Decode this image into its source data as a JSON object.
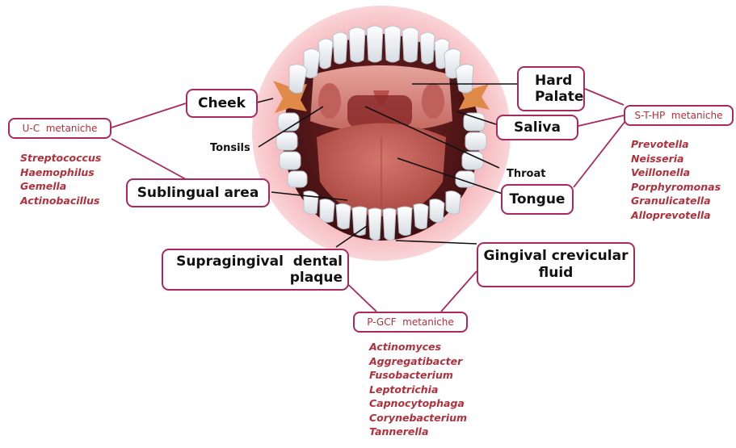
{
  "structures": {
    "cheek": "Cheek",
    "hard_palate": "Hard\nPalate",
    "saliva": "Saliva",
    "tonsils": "Tonsils",
    "throat": "Throat",
    "sublingual": "Sublingual area",
    "tongue": "Tongue",
    "supragingival": "Supragingival  dental\nplaque",
    "gingival": "Gingival crevicular\nfluid"
  },
  "metaniches": {
    "uc": "U-C  metaniche",
    "sthp": "S-T-HP  metaniche",
    "pgcf": "P-GCF  metaniche"
  },
  "species": {
    "uc": [
      "Streptococcus",
      "Haemophilus",
      "Gemella",
      "Actinobacillus"
    ],
    "sthp": [
      "Prevotella",
      "Neisseria",
      "Veillonella",
      "Porphyromonas",
      "Granulicatella",
      "Alloprevotella"
    ],
    "pgcf": [
      "Actinomyces",
      "Aggregatibacter",
      "Fusobacterium",
      "Leptotrichia",
      "Capnocytophaga",
      "Corynebacterium",
      "Tannerella"
    ]
  },
  "colors": {
    "box_border": "#a8285f",
    "species_text": "#b0303c",
    "tongue": "#c8605a",
    "gum": "#f2a0a8",
    "throat": "#8b2a2a"
  }
}
